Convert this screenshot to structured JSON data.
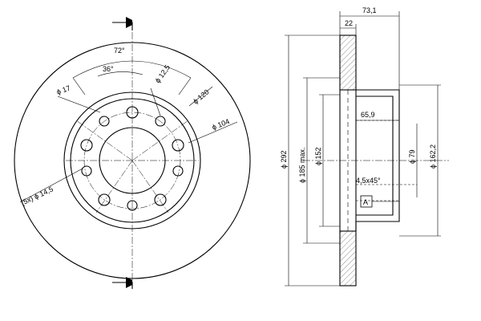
{
  "front_view": {
    "angle_outer": "72°",
    "angle_inner": "36°",
    "dim_hole_diameter": "ϕ 17",
    "dim_pin_diameter": "ϕ 12,5",
    "dim_pitch_circle": "ϕ 120",
    "dim_center_bore": "ϕ 104",
    "dim_bolt_holes": "(5x) ϕ 14,5"
  },
  "section_view": {
    "dim_overall_width": "73,1",
    "dim_disc_thickness": "22",
    "dim_outer_diameter": "ϕ 292",
    "dim_friction_inner": "ϕ 185 max.",
    "dim_hat_diameter": "ϕ 152",
    "dim_hat_height": "65,9",
    "dim_bore_diameter": "ϕ 79",
    "dim_hub_diameter": "ϕ 162,2",
    "dim_chamfer": "4,5x45°",
    "datum_label": "A"
  }
}
